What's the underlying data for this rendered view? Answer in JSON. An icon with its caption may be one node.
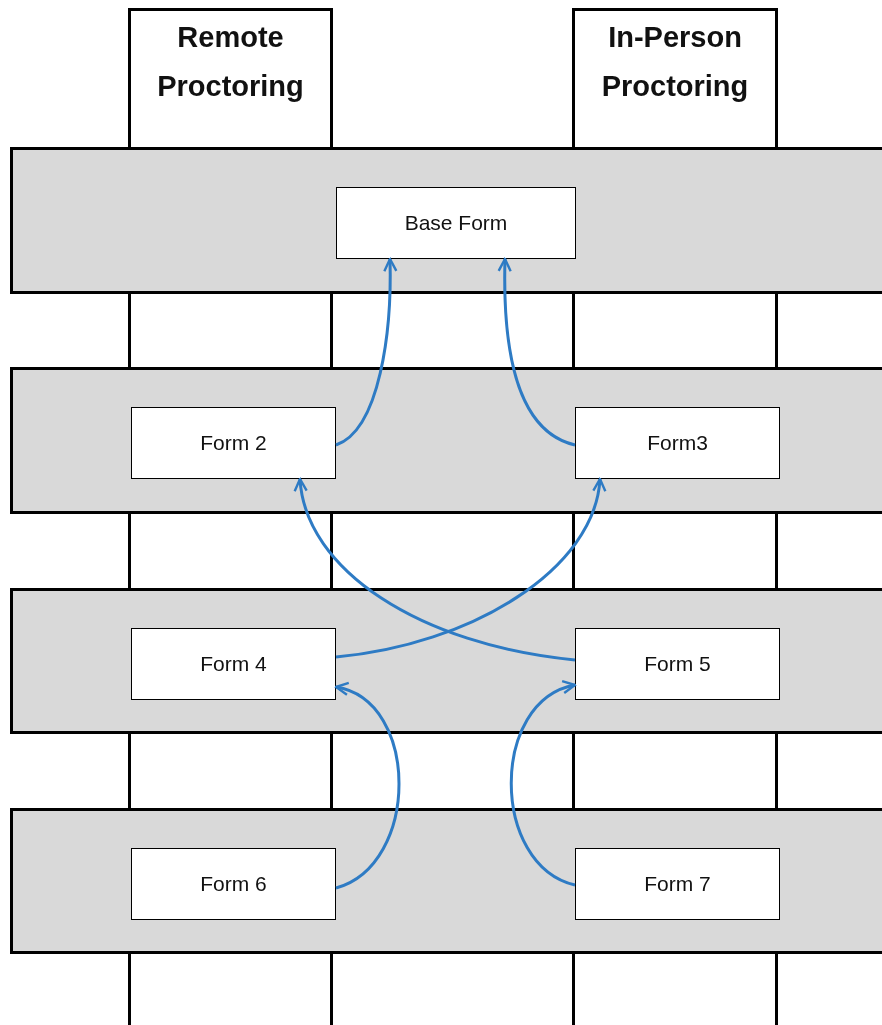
{
  "diagram": {
    "nodes": [
      {
        "text": [
          "Remote Proctoring"
        ]
      },
      {
        "text": [
          "In-Person Proctoring"
        ]
      },
      {
        "text": [],
        "shape": "box"
      },
      {
        "text": [
          "Base Form"
        ],
        "in": 2
      },
      {
        "text": [],
        "shape": "box"
      },
      {
        "text": [
          "Form 2"
        ],
        "in": 4
      },
      {
        "text": [
          "Form3"
        ],
        "in": 4
      },
      {
        "text": [],
        "shape": "box"
      },
      {
        "text": [
          "Form 4"
        ],
        "in": 7
      },
      {
        "text": [
          "Form 5"
        ],
        "in": 7
      },
      {
        "text": [],
        "shape": "box"
      },
      {
        "text": [
          "Form 6"
        ],
        "in": 10
      },
      {
        "text": [
          "Form 7"
        ],
        "in": 10
      }
    ],
    "edges": [
      {
        "from": 5,
        "to": 3,
        "arrow": "to"
      },
      {
        "from": 6,
        "to": 3,
        "arrow": "to"
      },
      {
        "from": 8,
        "to": 6,
        "arrow": "to"
      },
      {
        "from": 9,
        "to": 5,
        "arrow": "to"
      },
      {
        "from": 11,
        "to": 8,
        "arrow": "to"
      },
      {
        "from": 12,
        "to": 9,
        "arrow": "to"
      }
    ]
  }
}
